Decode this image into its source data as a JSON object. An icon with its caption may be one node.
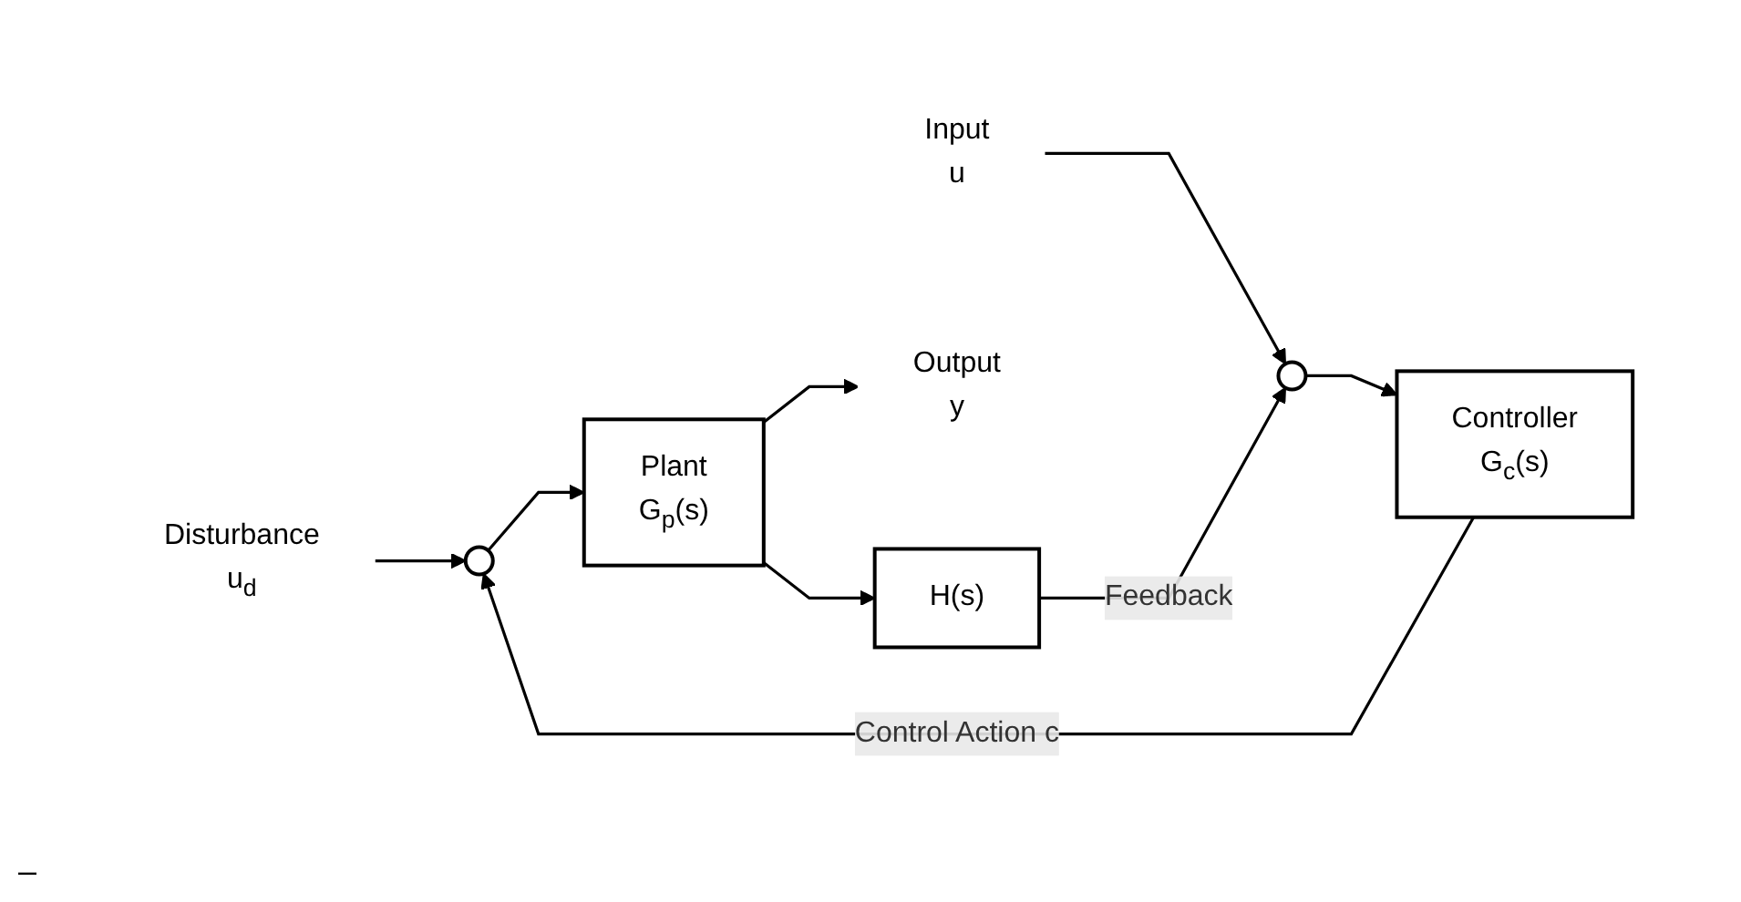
{
  "diagram": {
    "nodes": [
      {
        "text": [
          "Disturbance",
          "u$_{d}$"
        ]
      },
      {
        "text": [
          "Input",
          "u"
        ]
      },
      {
        "text": [],
        "shape": "circle"
      },
      {
        "text": [
          "Controller",
          "G$_{c}$(s)"
        ]
      },
      {
        "text": [],
        "shape": "circle"
      },
      {
        "text": [
          "Plant",
          "G$_{p}$(s)"
        ]
      },
      {
        "text": [
          "Output",
          "y"
        ]
      },
      {
        "text": [
          "H(s)"
        ]
      }
    ],
    "edges": [
      {
        "from": 1,
        "to": 2,
        "arrow": "to"
      },
      {
        "from": 2,
        "to": 3,
        "arrow": "to"
      },
      {
        "from": 3,
        "to": 4,
        "label": "Control Action c",
        "arrow": "to"
      },
      {
        "from": 0,
        "to": 4,
        "arrow": "to"
      },
      {
        "from": 4,
        "to": 5,
        "arrow": "to"
      },
      {
        "from": 5,
        "to": 6,
        "arrow": "to"
      },
      {
        "from": 5,
        "to": 7,
        "arrow": "to"
      },
      {
        "from": 7,
        "to": 2,
        "label": "Feedback",
        "arrow": "to"
      }
    ],
    "labels": [
      "–"
    ]
  }
}
